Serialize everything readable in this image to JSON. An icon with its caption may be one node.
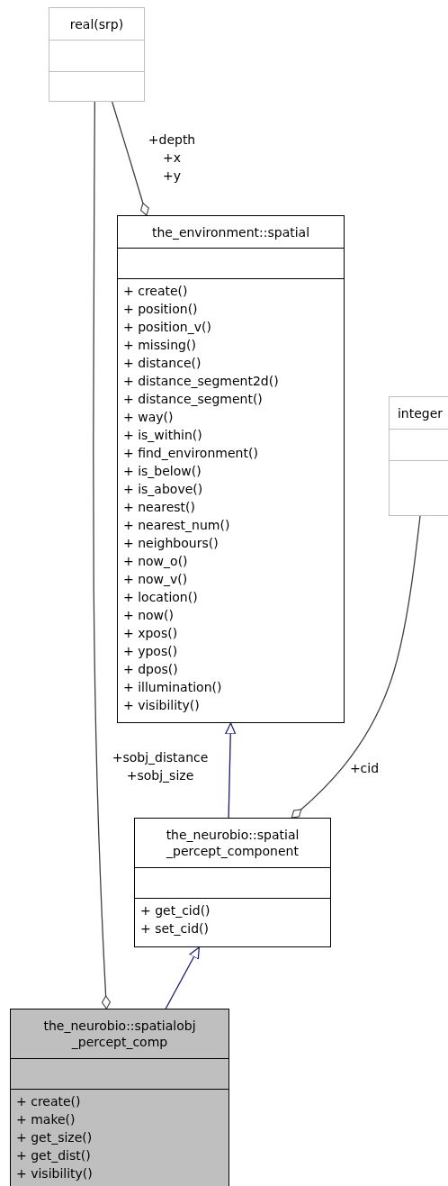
{
  "diagram": {
    "nodes": [
      {
        "text": [
          "real(srp)"
        ]
      },
      {
        "text": [
          "the_environment::spatial",
          "+ create()",
          "+ position()",
          "+ position_v()",
          "+ missing()",
          "+ distance()",
          "+ distance_segment2d()",
          "+ distance_segment()",
          "+ way()",
          "+ is_within()",
          "+ find_environment()",
          "+ is_below()",
          "+ is_above()",
          "+ nearest()",
          "+ nearest_num()",
          "+ neighbours()",
          "+ now_o()",
          "+ now_v()",
          "+ location()",
          "+ now()",
          "+ xpos()",
          "+ ypos()",
          "+ dpos()",
          "+ illumination()",
          "+ visibility()"
        ]
      },
      {
        "text": [
          "integer"
        ]
      },
      {
        "text": [
          "the_neurobio::spatial _percept_component",
          "+ get_cid()",
          "+ set_cid()"
        ]
      },
      {
        "text": [
          "the_neurobio::spatialobj _percept_comp",
          "+ create()",
          "+ make()",
          "+ get_size()",
          "+ get_dist()",
          "+ visibility()"
        ]
      }
    ],
    "edges": [
      {
        "from": 0,
        "to": 1,
        "arrow": "other",
        "label": "+depth +x +y"
      },
      {
        "from": 0,
        "to": 4,
        "arrow": "other",
        "label": "+sobj_distance +sobj_size"
      },
      {
        "from": 2,
        "to": 3,
        "arrow": "other",
        "label": "+cid"
      },
      {
        "from": 3,
        "to": 1,
        "arrow": "to",
        "color": "#191970"
      },
      {
        "from": 4,
        "to": 3,
        "arrow": "to",
        "color": "#191970"
      }
    ]
  }
}
